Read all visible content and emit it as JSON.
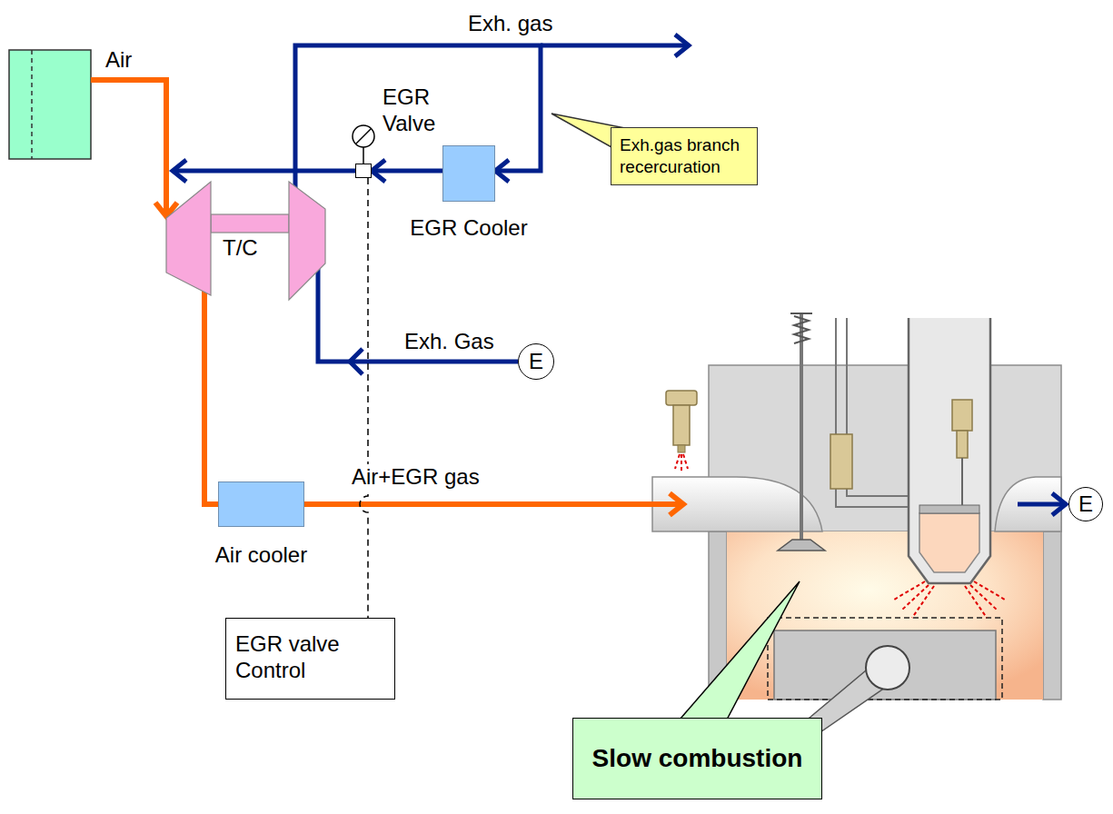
{
  "diagram": {
    "nodes": [
      {
        "text": [
          "EGR Valve"
        ]
      },
      {
        "text": [
          "Exh.gas branch recercuration"
        ]
      },
      {
        "text": [
          "EGR Cooler"
        ]
      },
      {
        "text": [
          "T/C"
        ]
      },
      {
        "text": [
          "E"
        ]
      },
      {
        "text": [
          "Air cooler"
        ]
      },
      {
        "text": [
          "E"
        ]
      },
      {
        "text": [
          "EGR valve Control"
        ]
      },
      {
        "text": [
          "Slow combustion"
        ]
      }
    ],
    "edges": [
      {
        "from": 3,
        "to": 2,
        "arrow": "to"
      },
      {
        "from": 2,
        "to": 0,
        "arrow": "to"
      },
      {
        "from": 0,
        "to": 3,
        "arrow": "to"
      },
      {
        "from": 4,
        "to": 3,
        "arrow": "to",
        "label": "Exh. Gas"
      },
      {
        "from": 3,
        "to": 5,
        "arrow": "none"
      },
      {
        "from": 0,
        "to": 7,
        "arrow": "none"
      }
    ],
    "labels": [
      "Exh. gas",
      "Air",
      "Air+EGR gas"
    ]
  }
}
